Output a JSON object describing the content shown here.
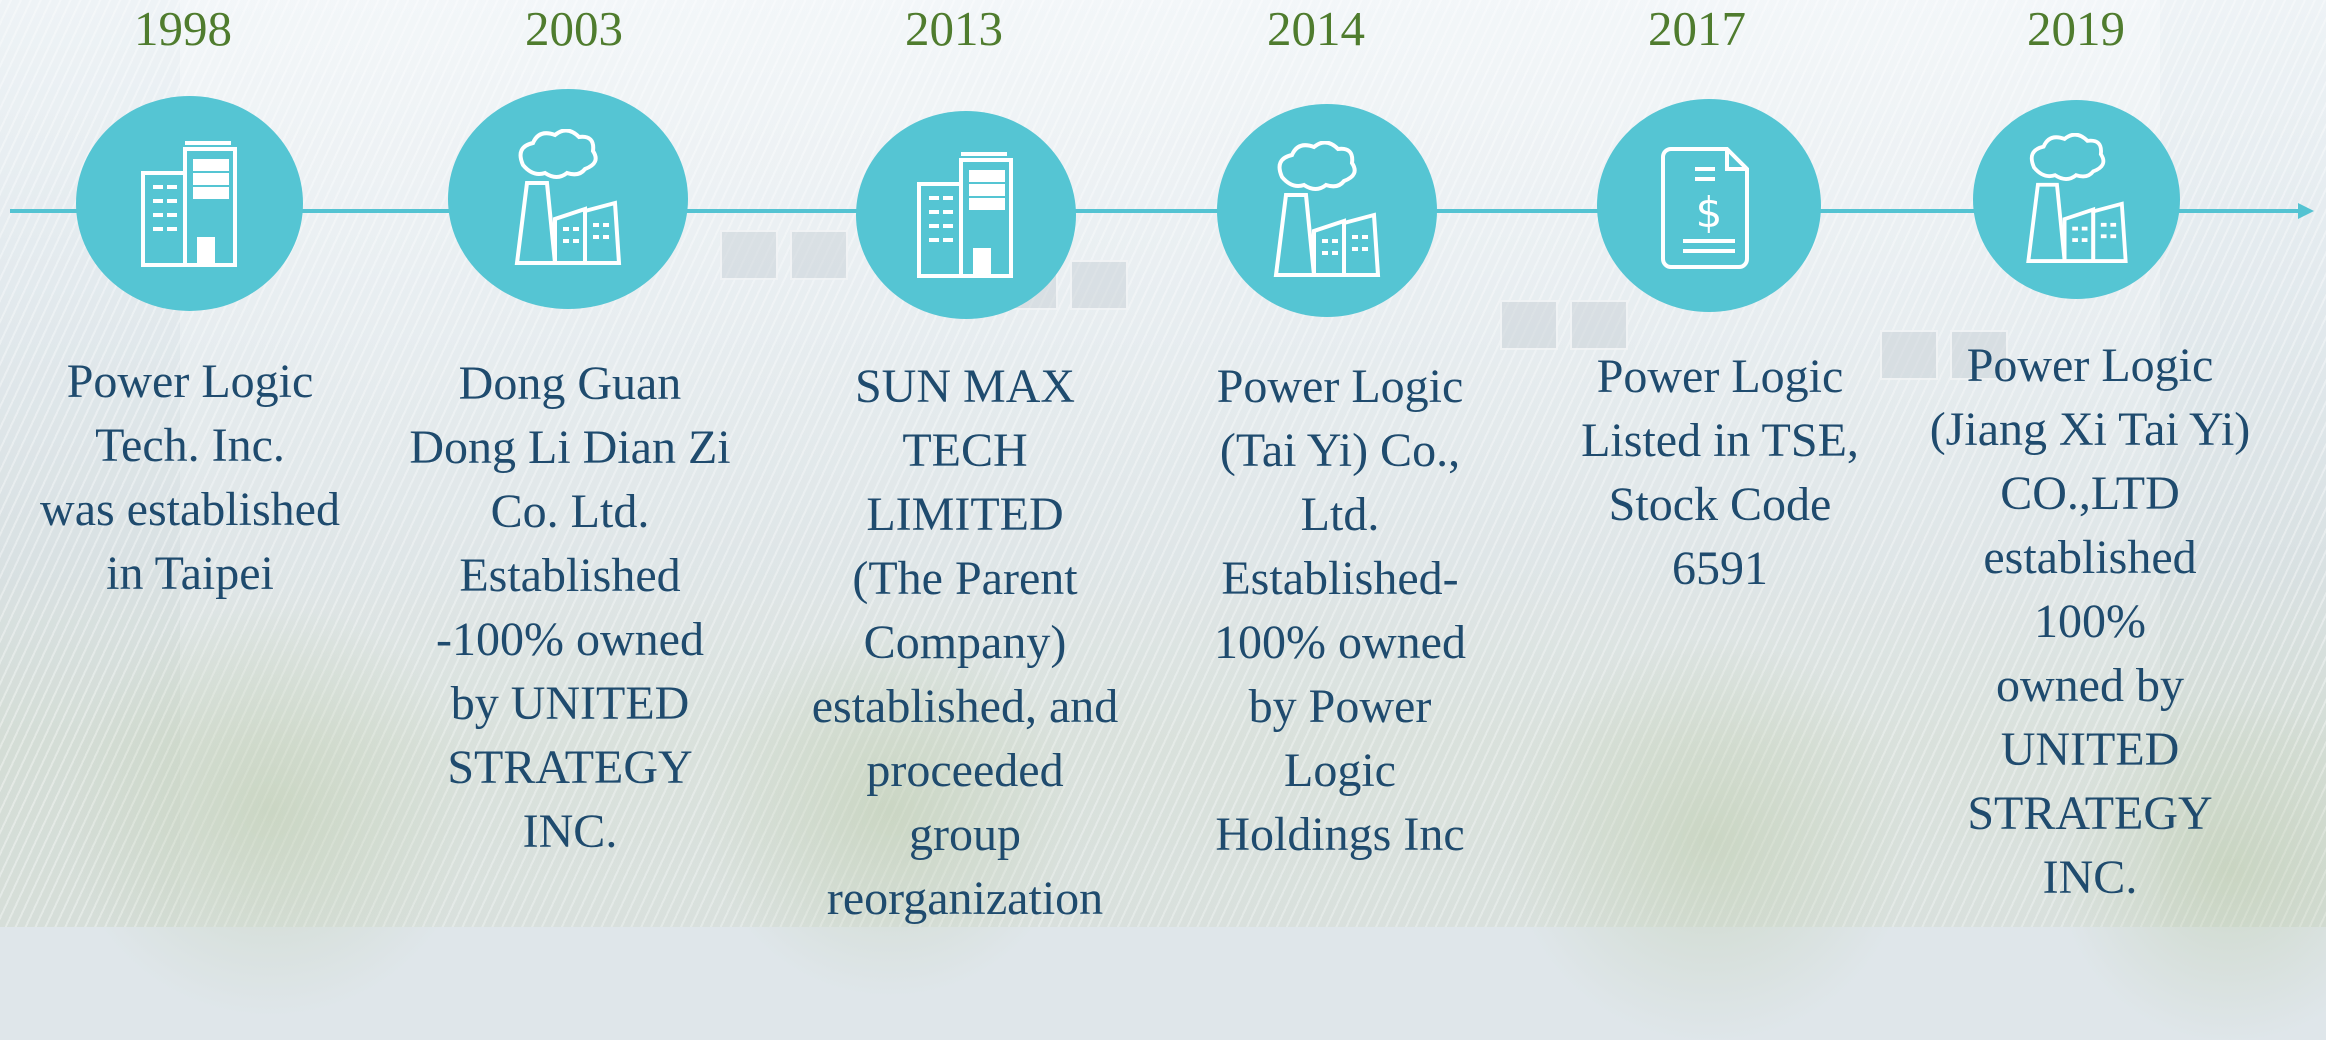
{
  "events": [
    {
      "year": "1998",
      "icon": "office-building-icon",
      "text": "Power Logic\nTech. Inc.\nwas established\nin Taipei"
    },
    {
      "year": "2003",
      "icon": "factory-icon",
      "text": "Dong Guan\nDong Li Dian Zi\nCo. Ltd.\nEstablished\n-100% owned\nby UNITED\nSTRATEGY\nINC."
    },
    {
      "year": "2013",
      "icon": "office-building-icon",
      "text": "SUN MAX\nTECH\nLIMITED\n(The Parent\nCompany)\nestablished, and\nproceeded\ngroup\nreorganization"
    },
    {
      "year": "2014",
      "icon": "factory-icon",
      "text": "Power Logic\n(Tai Yi) Co.,\nLtd.\nEstablished-\n100% owned\nby Power\nLogic\nHoldings Inc"
    },
    {
      "year": "2017",
      "icon": "stock-document-icon",
      "text": "Power Logic\nListed in TSE,\nStock Code\n6591"
    },
    {
      "year": "2019",
      "icon": "factory-icon",
      "text": "Power Logic\n(Jiang Xi Tai Yi)\nCO.,LTD\nestablished\n100%\nowned by\nUNITED\nSTRATEGY\nINC."
    }
  ],
  "colors": {
    "line": "#54c3d2",
    "node": "#55c5d3",
    "year": "#4f7c2e",
    "text": "#1f4b6e"
  }
}
